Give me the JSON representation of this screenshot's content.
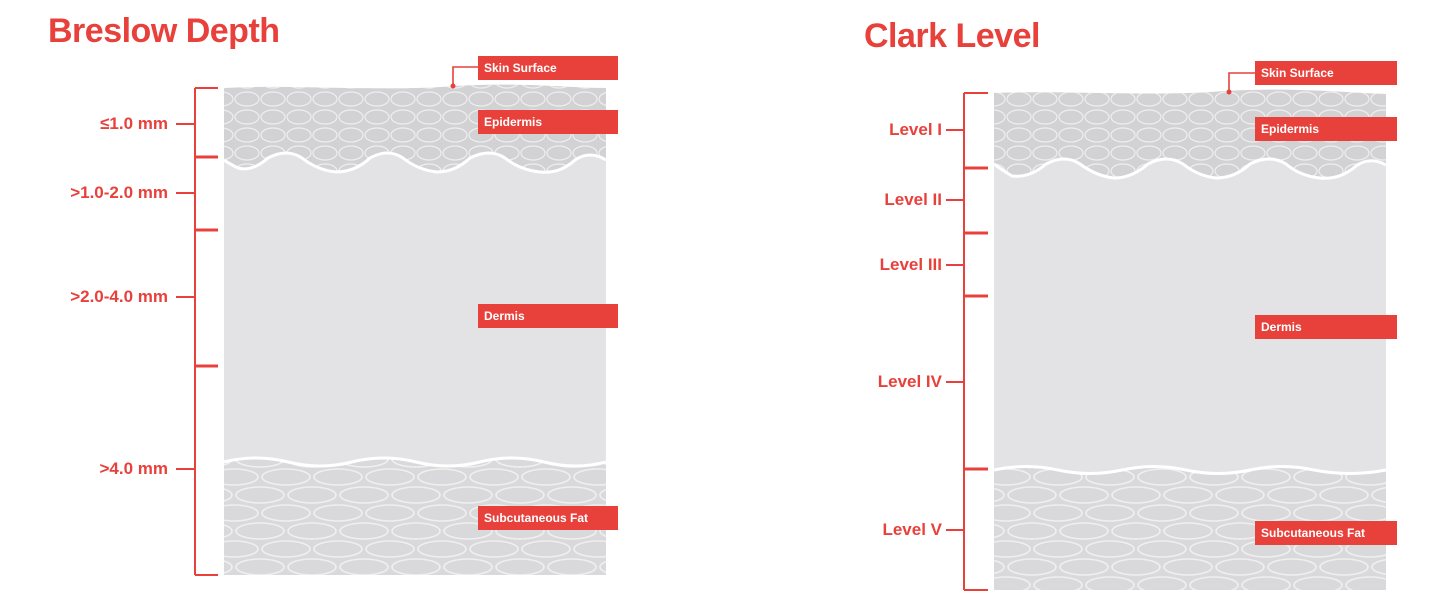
{
  "breslow": {
    "title": "Breslow Depth",
    "levels": [
      {
        "label": "≤1.0 mm"
      },
      {
        "label": ">1.0-2.0 mm"
      },
      {
        "label": ">2.0-4.0 mm"
      },
      {
        "label": ">4.0 mm"
      }
    ],
    "layers": {
      "skin_surface": "Skin Surface",
      "epidermis": "Epidermis",
      "dermis": "Dermis",
      "subcutaneous_fat": "Subcutaneous Fat"
    }
  },
  "clark": {
    "title": "Clark Level",
    "levels": [
      {
        "label": "Level I"
      },
      {
        "label": "Level II"
      },
      {
        "label": "Level III"
      },
      {
        "label": "Level IV"
      },
      {
        "label": "Level V"
      }
    ],
    "layers": {
      "skin_surface": "Skin Surface",
      "epidermis": "Epidermis",
      "dermis": "Dermis",
      "subcutaneous_fat": "Subcutaneous Fat"
    }
  },
  "colors": {
    "accent": "#e8413c",
    "epidermis": "#d2d2d4",
    "dermis": "#e3e3e5",
    "fat": "#d9d9db",
    "cell_line": "#eeeeef"
  }
}
